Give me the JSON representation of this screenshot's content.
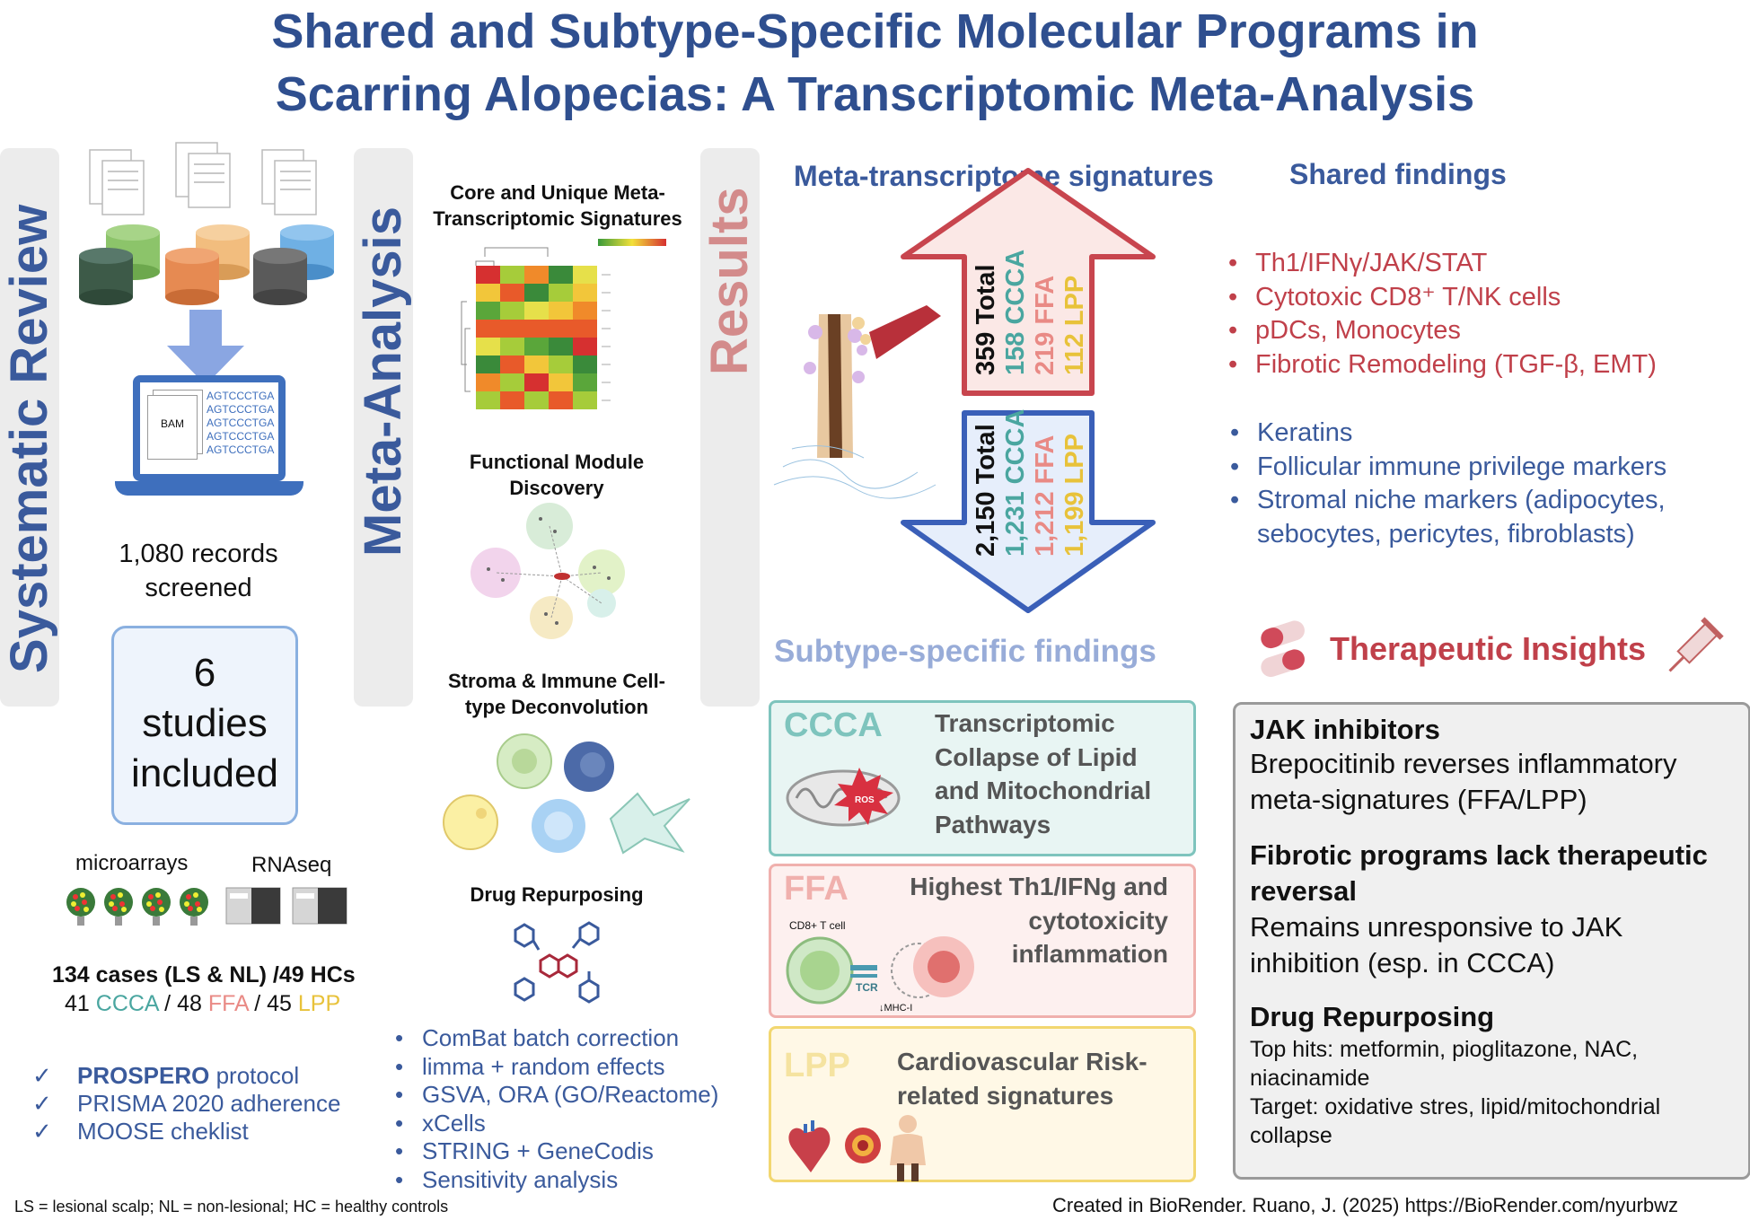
{
  "title": {
    "line1": "Shared and Subtype-Specific Molecular Programs in",
    "line2": "Scarring Alopecias: A Transcriptomic Meta-Analysis"
  },
  "systematic_review": {
    "label": "Systematic Review",
    "bam": "BAM",
    "seq": [
      "AGTCCCTGA",
      "AGTCCCTGA",
      "AGTCCCTGA",
      "AGTCCCTGA",
      "AGTCCCTGA"
    ],
    "records_line1": "1,080 records",
    "records_line2": "screened",
    "studies_line1": "6",
    "studies_line2": "studies",
    "studies_line3": "included",
    "microarrays": "microarrays",
    "rnaseq": "RNAseq",
    "cases": "134 cases (LS & NL) /49 HCs",
    "n_ccca": "41 ",
    "ccca": "CCCA",
    "n_ffa": " / 48 ",
    "ffa": "FFA",
    "n_lpp": " / 45 ",
    "lpp": "LPP",
    "checks": [
      {
        "bold": "PROSPERO",
        "rest": " protocol"
      },
      {
        "bold": "",
        "rest": "PRISMA 2020 adherence"
      },
      {
        "bold": "",
        "rest": "MOOSE cheklist"
      }
    ],
    "footnote": "LS = lesional scalp; NL = non-lesional;  HC = healthy controls"
  },
  "meta_analysis": {
    "label": "Meta-Analysis",
    "core_title": "Core and Unique Meta-Transcriptomic Signatures",
    "functional_title": "Functional Module Discovery",
    "stroma_title": "Stroma & Immune Cell-type Deconvolution",
    "drug_title": "Drug Repurposing",
    "methods": [
      "ComBat batch correction",
      "limma + random effects",
      "GSVA, ORA (GO/Reactome)",
      "xCells",
      "STRING + GeneCodis",
      "Sensitivity analysis"
    ]
  },
  "results": {
    "label": "Results",
    "meta_title": "Meta-transcriptome signatures",
    "up": {
      "total": "359 Total",
      "ccca": "158 CCCA",
      "ffa": "219 FFA",
      "lpp": "112 LPP"
    },
    "down": {
      "total": "2,150 Total",
      "ccca": "1,231 CCCA",
      "ffa": "1,212 FFA",
      "lpp": "1,199 LPP"
    },
    "shared_title": "Shared findings",
    "shared_red": [
      "Th1/IFNγ/JAK/STAT",
      "Cytotoxic CD8⁺ T/NK cells",
      "pDCs, Monocytes",
      "Fibrotic Remodeling (TGF-β, EMT)"
    ],
    "shared_blue": [
      "Keratins",
      "Follicular immune privilege markers",
      "Stromal niche markers (adipocytes, sebocytes, pericytes, fibroblasts)"
    ],
    "subtype_title": "Subtype-specific findings",
    "ccca_label": "CCCA",
    "ccca_text": "Transcriptomic Collapse of Lipid and Mitochondrial Pathways",
    "ros": "ROS",
    "ffa_label": "FFA",
    "ffa_text": "Highest Th1/IFNg and cytotoxicity inflammation",
    "cd8": "CD8+ T cell",
    "tcr": "TCR",
    "mhc": "↓MHC-I",
    "lpp_label": "LPP",
    "lpp_text": "Cardiovascular Risk-related signatures",
    "ther_title": "Therapeutic Insights",
    "ther": {
      "jak_h": "JAK inhibitors",
      "jak_b": "Brepocitinib reverses inflammatory meta-signatures (FFA/LPP)",
      "fib_h": "Fibrotic programs lack therapeutic reversal",
      "fib_b": "Remains unresponsive to JAK inhibition (esp. in CCCA)",
      "drug_h": "Drug Repurposing",
      "drug_b1": "Top hits: metformin, pioglitazone, NAC, niacinamide",
      "drug_b2": "Target: oxidative stres, lipid/mitochondrial collapse"
    }
  },
  "credit": "Created in BioRender. Ruano, J. (2025) https://BioRender.com/nyurbwz",
  "colors": {
    "title": "#2f4f8f",
    "red": "#c0404a",
    "blue": "#3a5a9c",
    "ccca": "#4aa6a0",
    "ffa": "#e98a85",
    "lpp": "#e8c23a"
  }
}
